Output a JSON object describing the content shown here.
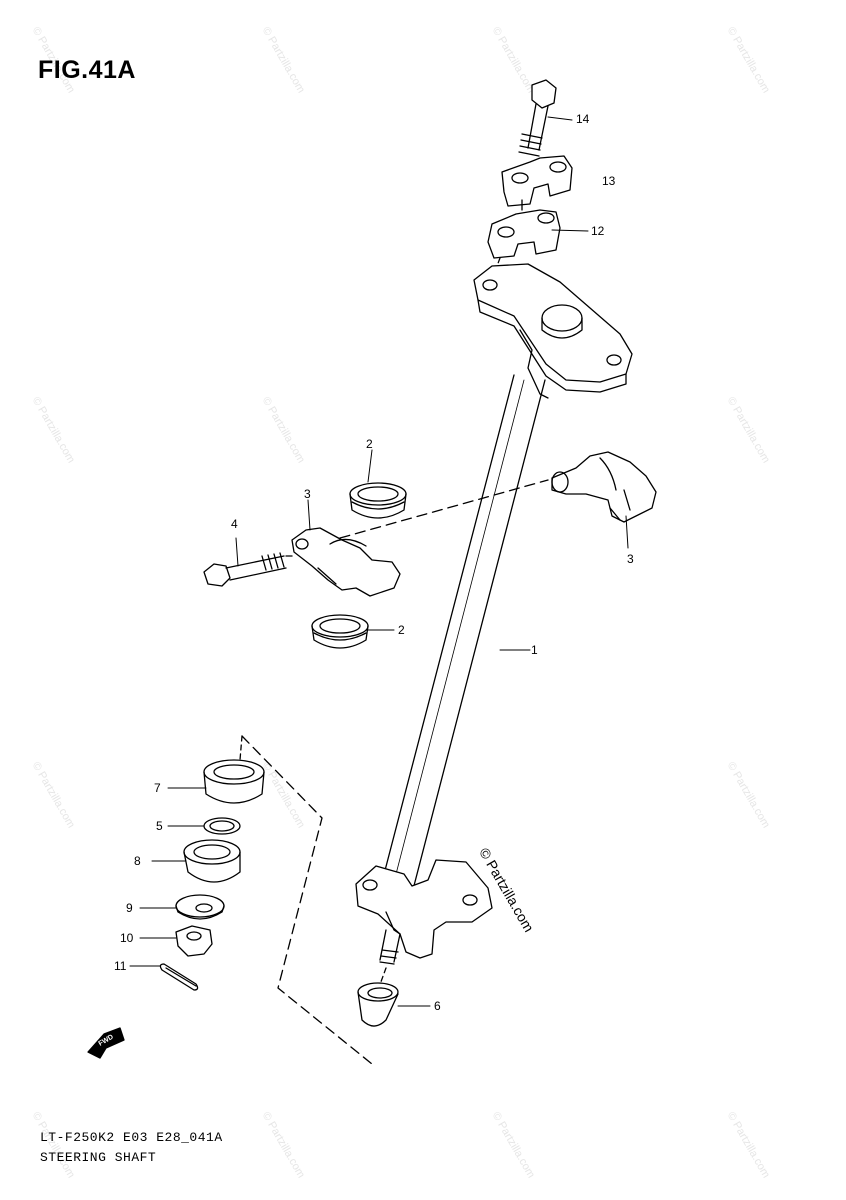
{
  "figure": {
    "title": "FIG.41A"
  },
  "callouts": [
    {
      "n": "14"
    },
    {
      "n": "13"
    },
    {
      "n": "12"
    },
    {
      "n": "2"
    },
    {
      "n": "3"
    },
    {
      "n": "4"
    },
    {
      "n": "3"
    },
    {
      "n": "2"
    },
    {
      "n": "1"
    },
    {
      "n": "7"
    },
    {
      "n": "5"
    },
    {
      "n": "8"
    },
    {
      "n": "9"
    },
    {
      "n": "10"
    },
    {
      "n": "11"
    },
    {
      "n": "6"
    }
  ],
  "copyright": "© Partzilla.com",
  "watermark": "© Partzilla.com",
  "front_marker": "FWD",
  "footer": {
    "code": "LT-F250K2 E03 E28_041A",
    "name": "STEERING SHAFT"
  }
}
